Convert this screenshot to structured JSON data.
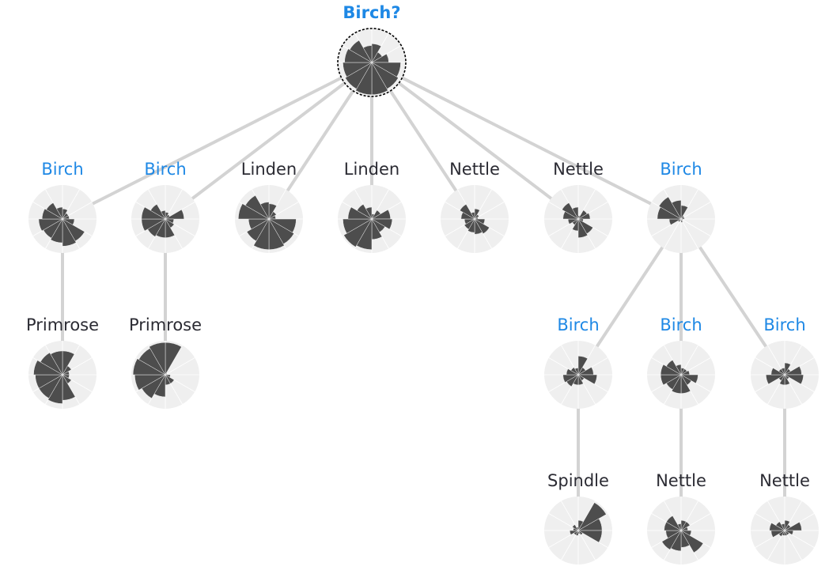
{
  "colors": {
    "highlight": "#1e88e5",
    "text": "#2b2b33",
    "edge": "#d3d3d3",
    "disc": "#efefef",
    "spoke": "#ffffff",
    "wedge": "#4d4d4d",
    "root_outline": "#000000"
  },
  "root": {
    "label": "Birch?",
    "highlight": true,
    "wedges": [
      0.55,
      0.35,
      0.5,
      0.85,
      0.9,
      0.95,
      0.95,
      0.9,
      0.85,
      0.8,
      0.75,
      0.5
    ]
  },
  "nodes": [
    {
      "id": "n1",
      "parent": "root",
      "label": "Birch",
      "highlight": true,
      "wedges": [
        0.3,
        0.2,
        0.2,
        0.35,
        0.75,
        0.8,
        0.7,
        0.65,
        0.7,
        0.6,
        0.55,
        0.35
      ]
    },
    {
      "id": "n2",
      "parent": "root",
      "label": "Birch",
      "highlight": true,
      "wedges": [
        0.2,
        0.15,
        0.55,
        0.25,
        0.3,
        0.55,
        0.55,
        0.6,
        0.7,
        0.7,
        0.5,
        0.25
      ]
    },
    {
      "id": "n3",
      "parent": "root",
      "label": "Linden",
      "highlight": false,
      "wedges": [
        0.45,
        0.25,
        0.2,
        0.8,
        0.85,
        0.9,
        0.9,
        0.75,
        0.6,
        0.9,
        0.8,
        0.5
      ]
    },
    {
      "id": "n4",
      "parent": "root",
      "label": "Linden",
      "highlight": false,
      "wedges": [
        0.15,
        0.3,
        0.55,
        0.6,
        0.45,
        0.6,
        0.9,
        0.95,
        0.85,
        0.7,
        0.5,
        0.35
      ]
    },
    {
      "id": "n5",
      "parent": "root",
      "label": "Nettle",
      "highlight": false,
      "wedges": [
        0.3,
        0.15,
        0.1,
        0.3,
        0.5,
        0.45,
        0.4,
        0.35,
        0.3,
        0.4,
        0.5,
        0.2
      ]
    },
    {
      "id": "n6",
      "parent": "root",
      "label": "Nettle",
      "highlight": false,
      "wedges": [
        0.1,
        0.3,
        0.35,
        0.15,
        0.5,
        0.55,
        0.35,
        0.2,
        0.3,
        0.45,
        0.55,
        0.35
      ]
    },
    {
      "id": "n7",
      "parent": "root",
      "label": "Birch",
      "highlight": true,
      "wedges": [
        0.4,
        0.1,
        0.1,
        0.05,
        0.05,
        0.1,
        0.05,
        0.1,
        0.35,
        0.7,
        0.75,
        0.55
      ]
    },
    {
      "id": "n8",
      "parent": "n1",
      "label": "Primrose",
      "highlight": false,
      "wedges": [
        0.7,
        0.3,
        0.2,
        0.2,
        0.3,
        0.75,
        0.85,
        0.8,
        0.8,
        0.85,
        0.75,
        0.7
      ]
    },
    {
      "id": "n9",
      "parent": "n2",
      "label": "Primrose",
      "highlight": false,
      "wedges": [
        0.95,
        0.05,
        0.05,
        0.15,
        0.3,
        0.3,
        0.65,
        0.8,
        0.9,
        0.95,
        0.9,
        0.95
      ]
    },
    {
      "id": "n10",
      "parent": "n7",
      "label": "Birch",
      "highlight": true,
      "wedges": [
        0.55,
        0.25,
        0.45,
        0.55,
        0.2,
        0.3,
        0.3,
        0.4,
        0.45,
        0.35,
        0.25,
        0.2
      ]
    },
    {
      "id": "n11",
      "parent": "n7",
      "label": "Birch",
      "highlight": true,
      "wedges": [
        0.2,
        0.2,
        0.25,
        0.5,
        0.35,
        0.55,
        0.55,
        0.5,
        0.6,
        0.6,
        0.5,
        0.3
      ]
    },
    {
      "id": "n12",
      "parent": "n7",
      "label": "Birch",
      "highlight": true,
      "wedges": [
        0.35,
        0.2,
        0.5,
        0.55,
        0.15,
        0.3,
        0.3,
        0.2,
        0.55,
        0.4,
        0.2,
        0.2
      ]
    },
    {
      "id": "n13",
      "parent": "n10",
      "label": "Spindle",
      "highlight": false,
      "wedges": [
        0.3,
        0.95,
        0.7,
        0.7,
        0.15,
        0.1,
        0.15,
        0.15,
        0.25,
        0.15,
        0.2,
        0.1
      ]
    },
    {
      "id": "n14",
      "parent": "n11",
      "label": "Nettle",
      "highlight": false,
      "wedges": [
        0.3,
        0.3,
        0.2,
        0.3,
        0.75,
        0.5,
        0.6,
        0.65,
        0.45,
        0.5,
        0.5,
        0.2
      ]
    },
    {
      "id": "n15",
      "parent": "n12",
      "label": "Nettle",
      "highlight": false,
      "wedges": [
        0.3,
        0.2,
        0.5,
        0.25,
        0.15,
        0.15,
        0.15,
        0.2,
        0.4,
        0.45,
        0.3,
        0.2
      ]
    }
  ]
}
